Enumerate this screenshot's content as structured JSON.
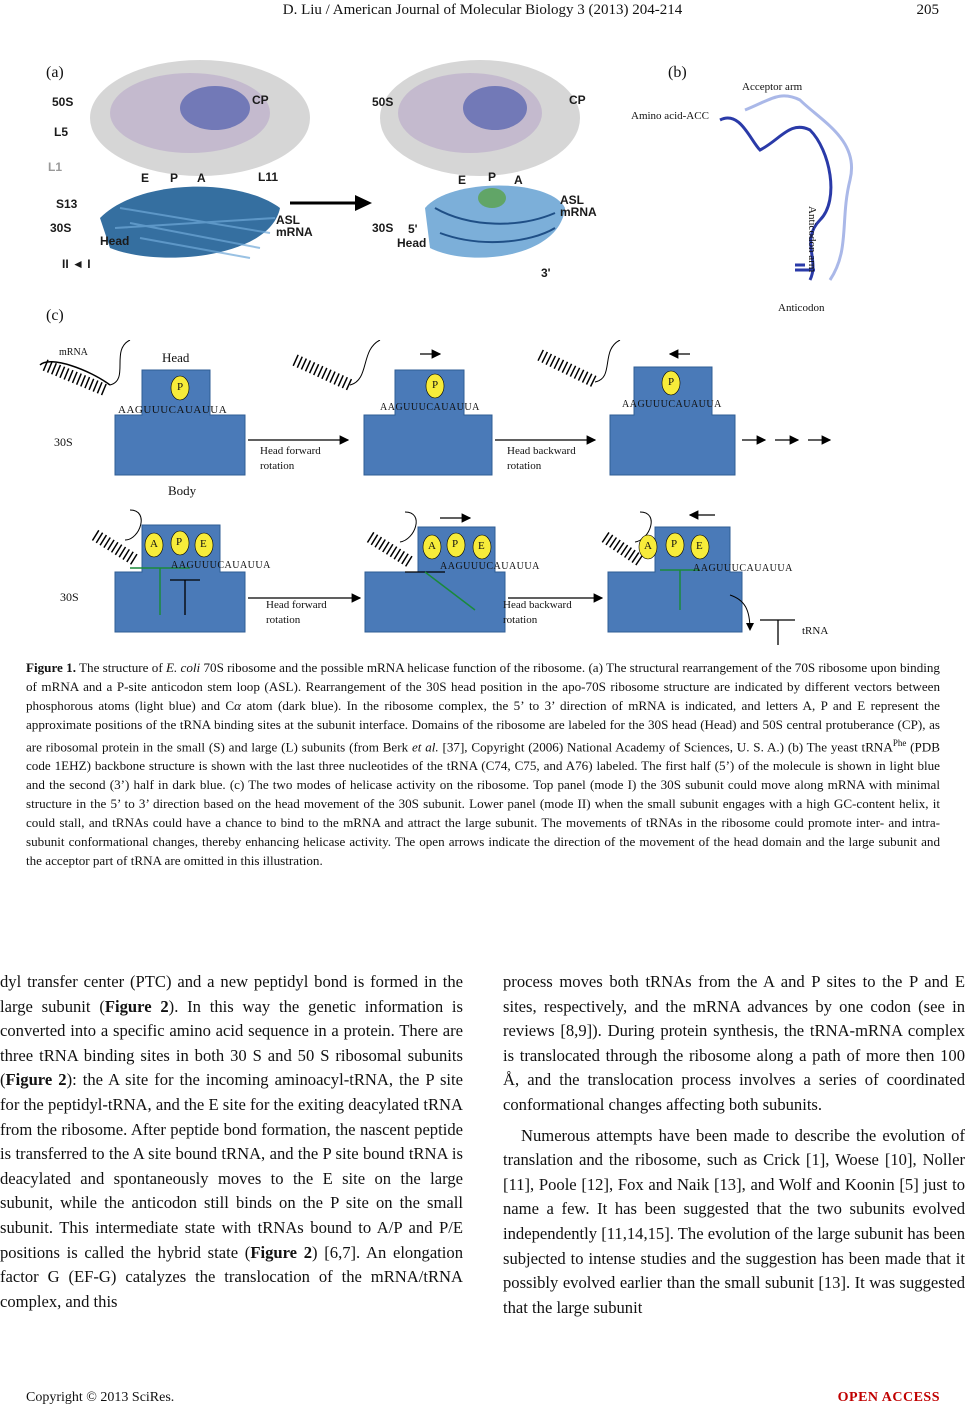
{
  "header": {
    "title": "D. Liu / American Journal of Molecular Biology 3 (2013) 204-214",
    "page": "205"
  },
  "figure": {
    "panel_a": {
      "label": "(a)",
      "left": {
        "s50": "50S",
        "cp": "CP",
        "l5": "L5",
        "l1": "L1",
        "e": "E",
        "p": "P",
        "a": "A",
        "l11": "L11",
        "s13": "S13",
        "s30": "30S",
        "head": "Head",
        "rot": "II ◄ I"
      },
      "arrow_label_1": "ASL",
      "arrow_label_2": "mRNA",
      "right": {
        "s50": "50S",
        "cp": "CP",
        "e": "E",
        "p": "P",
        "a": "A",
        "asl": "ASL",
        "mrna": "mRNA",
        "s30": "30S",
        "five": "5'",
        "head": "Head",
        "three": "3'"
      }
    },
    "panel_b": {
      "label": "(b)",
      "acceptor": "Acceptor arm",
      "amino": "Amino acid-ACC",
      "anticodon_arm": "Anticodon arm",
      "anticodon": "Anticodon"
    },
    "panel_c": {
      "label": "(c)",
      "mrna": "mRNA",
      "head": "Head",
      "body": "Body",
      "s30_top": "30S",
      "s30_bottom": "30S",
      "sequence": "AAGUUUCAUAUUA",
      "p": "P",
      "a": "A",
      "e": "E",
      "fwd_1": "Head forward",
      "fwd_2": "rotation",
      "bwd_1": "Head backward",
      "bwd_2": "rotation",
      "trna": "tRNA"
    },
    "caption": {
      "label": "Figure 1.",
      "p1": " The structure of ",
      "species": "E. coli",
      "p2": " 70S ribosome and the possible mRNA helicase function of the ribosome. (a) The structural rearrangement of the 70S ribosome upon binding of mRNA and a P-site anticodon stem loop (ASL). Rearrangement of the 30S head position in the apo-70S ribosome structure are indicated by different vectors between phosphorous atoms (light blue) and C",
      "alpha": "α",
      "p3": " atom (dark blue). In the ribosome complex, the 5’ to 3’ direction of mRNA is indicated, and letters A, P and E represent the approximate positions of the tRNA binding sites at the subunit interface. Domains of the ribosome are labeled for the 30S head (Head) and 50S central protuberance (CP), as are ribosomal protein in the small (S) and large (L) subunits (from Berk ",
      "etal": "et al.",
      "p4": " [37], Copyright (2006) National Academy of Sciences, U. S. A.) (b) The yeast tRNA",
      "sup": "Phe",
      "p5": " (PDB code 1EHZ) backbone structure is shown with the last three nucleotides of the tRNA (C74, C75, and A76) labeled. The first half (5’) of the molecule is shown in light blue and the second (3’) half in dark blue. (c) The two modes of helicase activity on the ribosome. Top panel (mode I) the 30S subunit could move along mRNA with minimal structure in the 5’ to 3’ direction based on the head movement of the 30S subunit. Lower panel (mode II) when the small subunit engages with a high GC-content helix, it could stall, and tRNAs could have a chance to bind to the mRNA and attract the large subunit. The movements of tRNAs in the ribosome could promote inter- and intra-subunit conformational changes, thereby enhancing helicase activity. The open arrows indicate the direction of the movement of the head domain and the large subunit and the acceptor part of tRNA are omitted in this illustration."
    }
  },
  "body": {
    "left": {
      "t1": "dyl transfer center (PTC) and a new peptidyl bond is formed in the large subunit (",
      "ref1": "Figure 2",
      "t2": "). In this way the genetic information is converted into a specific amino acid sequence in a protein. There are three tRNA binding sites in both 30 S and 50 S ribosomal subunits (",
      "ref2": "Figure 2",
      "t3": "): the A site for the incoming aminoacyl-tRNA, the P site for the peptidyl-tRNA, and the E site for the exiting deacylated tRNA from the ribosome. After peptide bond formation, the nascent peptide is transferred to the A site bound tRNA, and the P site bound tRNA is deacylated and spontaneously moves to the E site on the large subunit, while the anticodon still binds on the P site on the small subunit. This intermediate state with tRNAs bound to A/P and P/E positions is called the hybrid state (",
      "ref3": "Figure 2",
      "t4": ") [6,7]. An elongation factor G (EF-G) catalyzes the translocation of the mRNA/tRNA complex, and this"
    },
    "right": {
      "p1": "process moves both tRNAs from the A and P sites to the P and E sites, respectively, and the mRNA advances by one codon (see in reviews [8,9]). During protein synthesis, the tRNA-mRNA complex is translocated through the ribosome along a path of more then 100 Å, and the translocation process involves a series of coordinated conformational changes affecting both subunits.",
      "p2": "Numerous attempts have been made to describe the evolution of translation and the ribosome, such as Crick [1], Woese [10], Noller [11], Poole [12], Fox and Naik [13], and Wolf and Koonin [5] just to name a few. It has been suggested that the two subunits evolved independently [11,14,15]. The evolution of the large subunit has been subjected to intense studies and the suggestion has been made that it possibly evolved earlier than the small subunit [13]. It was suggested that the large subunit"
    }
  },
  "footer": {
    "copyright": "Copyright © 2013 SciRes.",
    "access": "OPEN ACCESS"
  },
  "colors": {
    "block": "#4a7ab8",
    "block_edge": "#2f5d94",
    "site": "#f7ec3a",
    "trna_green": "#1a8a3a",
    "access_red": "#c00000"
  }
}
